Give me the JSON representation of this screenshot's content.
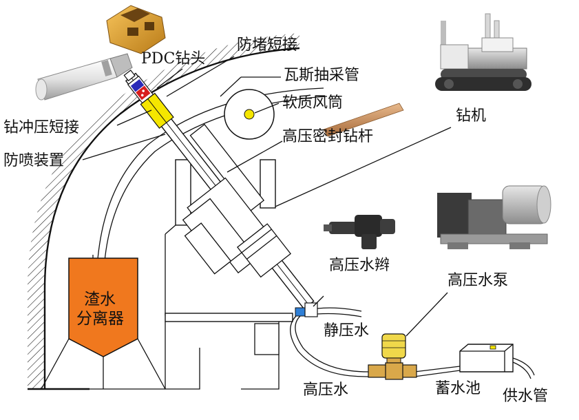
{
  "labels": {
    "pdc_bit": "PDC钻头",
    "anti_block": "防堵短接",
    "gas_pipe": "瓦斯抽采管",
    "soft_duct": "软质风筒",
    "impact_joint": "钻冲压短接",
    "anti_spray": "防喷装置",
    "sealed_rod": "高压密封钻杆",
    "rig": "钻机",
    "hp_valve": "高压水辫",
    "hp_pump": "高压水泵",
    "static_water": "静压水",
    "hp_water": "高压水",
    "reservoir": "蓄水池",
    "supply_pipe": "供水管",
    "separator_line1": "渣水",
    "separator_line2": "分离器"
  },
  "colors": {
    "separator_fill": "#f0781e",
    "anti_spray_fill": "#f5e600",
    "impact_blue": "#2a2ab8",
    "impact_red": "#d81e1e",
    "valve_blue": "#2f7fd6",
    "pump_yellow": "#f0d84a",
    "brass": "#d9a84a",
    "duct_yellow": "#f5e600",
    "photo_grey": "#c9c9c9"
  }
}
